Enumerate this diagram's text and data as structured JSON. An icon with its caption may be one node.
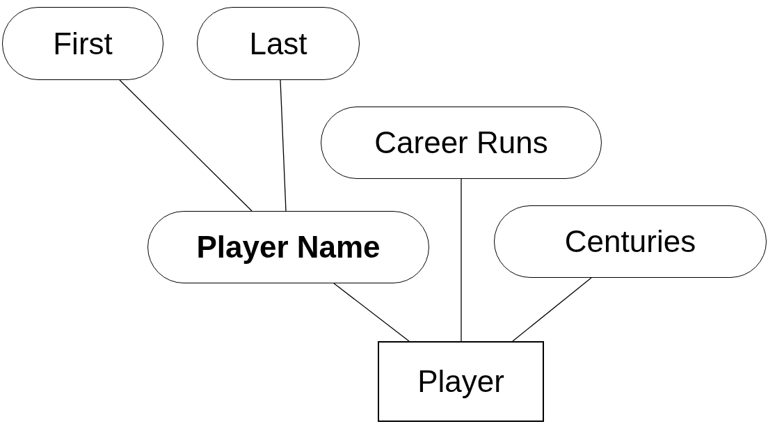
{
  "diagram": {
    "nodes": [
      {
        "text": [
          "First"
        ]
      },
      {
        "text": [
          "Last"
        ]
      },
      {
        "text": [
          "Career Runs"
        ]
      },
      {
        "text": [
          "Player Name"
        ]
      },
      {
        "text": [
          "Centuries"
        ]
      },
      {
        "text": [
          "Player"
        ]
      }
    ],
    "edges": [
      {
        "from": 0,
        "to": 3,
        "arrow": "none"
      },
      {
        "from": 1,
        "to": 3,
        "arrow": "none"
      },
      {
        "from": 3,
        "to": 5,
        "arrow": "none"
      },
      {
        "from": 2,
        "to": 5,
        "arrow": "none"
      },
      {
        "from": 4,
        "to": 5,
        "arrow": "none"
      }
    ]
  }
}
